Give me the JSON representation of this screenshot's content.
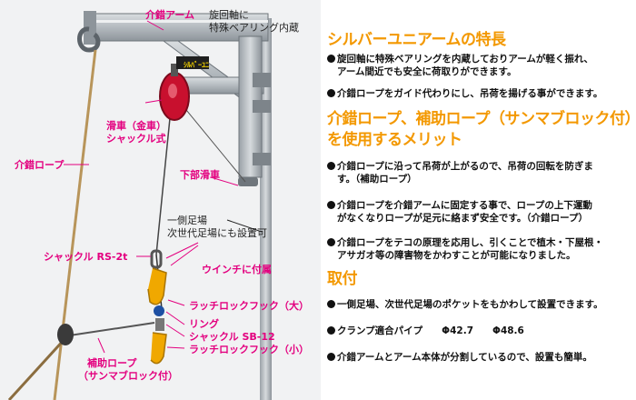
{
  "figure": {
    "sign_text": "ｼﾙﾊﾞｰﾕﾆ",
    "labels": {
      "arm": "介錯アーム",
      "bearing_line1": "旋回軸に",
      "bearing_line2": "特殊ベアリング内蔵",
      "pulley_line1": "滑車（金車）",
      "pulley_line2": "シャックル式",
      "guide_rope": "介錯ロープ",
      "lower_pulley": "下部滑車",
      "scaffold_line1": "一側足場",
      "scaffold_line2": "次世代足場にも設置可",
      "shackle_rs": "シャックル RS-2t",
      "winch": "ウインチに付属",
      "latch_large": "ラッチロックフック（大）",
      "ring": "リング",
      "shackle_sb": "シャックル SB-12",
      "latch_small": "ラッチロックフック（小）",
      "aux_line1": "補助ロープ",
      "aux_line2": "（サンマブロック付）"
    }
  },
  "sections": {
    "features": {
      "heading": "シルバーユニアームの特長",
      "items": [
        {
          "line1": "旋回軸に特殊ベアリングを内蔵しておりアームが軽く振れ、",
          "line2": "アーム間近でも安全に荷取りができます。"
        },
        {
          "line1": "介錯ロープをガイド代わりにし、吊荷を揚げる事ができます。",
          "line2": ""
        }
      ]
    },
    "merits": {
      "heading_line1": "介錯ロープ、補助ロープ（サンマブロック付）",
      "heading_line2": "を使用するメリット",
      "items": [
        {
          "line1": "介錯ロープに沿って吊荷が上がるので、吊荷の回転を防ぎま",
          "line2": "す。（補助ロープ）"
        },
        {
          "line1": "介錯ロープを介錯アームに固定する事で、ロープの上下運動",
          "line2": "がなくなりロープが足元に絡まず安全です。（介錯ロープ）"
        },
        {
          "line1": "介錯ロープをテコの原理を応用し、引くことで植木・下屋根・",
          "line2": "アサガオ等の障害物をかわすことが可能になりました。"
        }
      ]
    },
    "mounting": {
      "heading": "取付",
      "items": [
        {
          "line1": "一側足場、次世代足場のポケットをもかわして設置できます。",
          "line2": ""
        },
        {
          "line1": "クランプ適合パイプ　　Φ42.7　　Φ48.6",
          "line2": ""
        },
        {
          "line1": "介錯アームとアーム本体が分割しているので、設置も簡単。",
          "line2": ""
        }
      ]
    }
  },
  "colors": {
    "heading_orange": "#f39800",
    "label_magenta": "#e3007f",
    "pulley_red": "#c8102e",
    "hook_yellow": "#f0a800"
  }
}
